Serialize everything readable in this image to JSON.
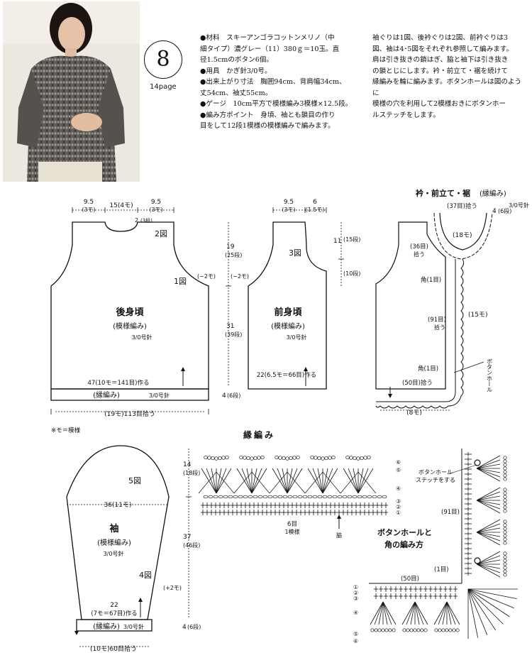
{
  "header": {
    "pattern_number": "8",
    "page_ref": "14page",
    "materials_lines": [
      "●材料　スキーアンゴラコットンメリノ（中",
      "細タイプ）濃グレー（11）380ｇ＝10玉。直",
      "径1.5cmのボタン6個。",
      "●用具　かぎ針3/0号。",
      "●出来上がり寸法　胸囲94cm、背肩幅34cm、",
      "丈54cm、袖丈55cm。",
      "●ゲージ　10cm平方で模様編み3模様×12.5段。",
      "●編み方ポイント　身頃、袖とも鎖目の作り",
      "目をして12段1模様の模様編みで編みます。"
    ],
    "instruction_lines": [
      "袖ぐりは1図、後衿ぐりは2図、前衿ぐりは3",
      "図、袖は4･5図をそれぞれ参照して編みます。",
      "肩は引き抜きの鎖はぎ、脇と袖下は引き抜き",
      "の鎖とじにします。衿・前立て・裾を続けて",
      "縁編みを輪に編みます。ボタンホールは図のように",
      "模様の穴を利用して2模様おきにボタンホー",
      "ルステッチをします。",
      ""
    ]
  },
  "back_body": {
    "title": "後身頃",
    "subtitle": "(模様編み)",
    "needle": "3/0号針",
    "top_left": "9.5",
    "top_left_sub": "(3モ)",
    "top_mid": "15(4モ)",
    "top_right": "9.5",
    "top_right_sub": "(3モ)",
    "neck_rows": "2",
    "neck_rows_unit": "(3段)",
    "fig2": "2図",
    "fig1": "1図",
    "armhole_dec": "(−2モ)",
    "height_upper": "19",
    "height_upper_rows": "(25段)",
    "height_lower": "31",
    "height_lower_rows": "(39段)",
    "chain_cast": "47(10モ＝141目)作る",
    "edging_label": "(縁編み)",
    "edging_needle": "3/0号針",
    "edging_height": "4",
    "edging_rows": "(6段)",
    "pickup": "(19モ)113目拾う"
  },
  "front_body": {
    "title": "前身頃",
    "subtitle": "(模様編み)",
    "needle": "3/0号針",
    "top_left": "9.5",
    "top_left_sub": "(3モ)",
    "top_right": "6",
    "top_right_sub": "(1.5モ)",
    "fig3": "3図",
    "armhole_dec": "(−2モ)",
    "neck_depth": "11",
    "neck_rows_a": "(15段)",
    "neck_rows_b": "(10段)",
    "chain_cast": "22(6.5モ＝66目)作る"
  },
  "collar": {
    "title": "衿・前立て・裾",
    "title_sub": "(縁編み)",
    "pick_37": "(37目)拾う",
    "pick_18": "(18モ)",
    "pick_36": "(36目)",
    "pick_36_sub": "拾う",
    "height_4": "4",
    "height_6": "(6段)",
    "needle": "3/0号針",
    "corner_top": "角(1目)",
    "pick_91": "(91目)",
    "pick_91_sub": "拾う",
    "mo15": "(15モ)",
    "corner_bottom": "角(1目)",
    "pick_50": "(50目)拾う",
    "mo8": "(8モ)",
    "buttonhole_note": "ボタンホール"
  },
  "legend": {
    "note": "※モ＝模様"
  },
  "sleeve": {
    "title": "袖",
    "subtitle": "(模様編み)",
    "needle": "3/0号針",
    "fig5": "5図",
    "fig4": "4図",
    "width": "36(11モ)",
    "cap_height": "14",
    "cap_rows": "(18段)",
    "body_height": "37",
    "body_rows": "(46段)",
    "increase": "(+2モ)",
    "cuff_width": "22",
    "chain_cast": "(7モ＝67目)作る",
    "edging_label": "(縁編み)",
    "edging_needle": "3/0号針",
    "edging_height": "4",
    "edging_rows": "(6段)",
    "pickup": "(10モ)60目拾う"
  },
  "edging_chart": {
    "title": "縁編み",
    "repeat": "6目",
    "repeat_sub": "1模様",
    "side_mark": "脇",
    "rows": [
      "⑥",
      "⑤",
      "④",
      "③",
      "②",
      "①"
    ]
  },
  "buttonhole_chart": {
    "title_1": "ボタンホールと",
    "title_2": "角の編み方",
    "stitch_note_1": "ボタンホール",
    "stitch_note_2": "ステッチをする",
    "pick_91": "(91目)",
    "corner": "(1目)",
    "pick_50": "(50目)",
    "rows": [
      "①",
      "②",
      "③",
      "④",
      "⑤",
      "⑥"
    ]
  }
}
